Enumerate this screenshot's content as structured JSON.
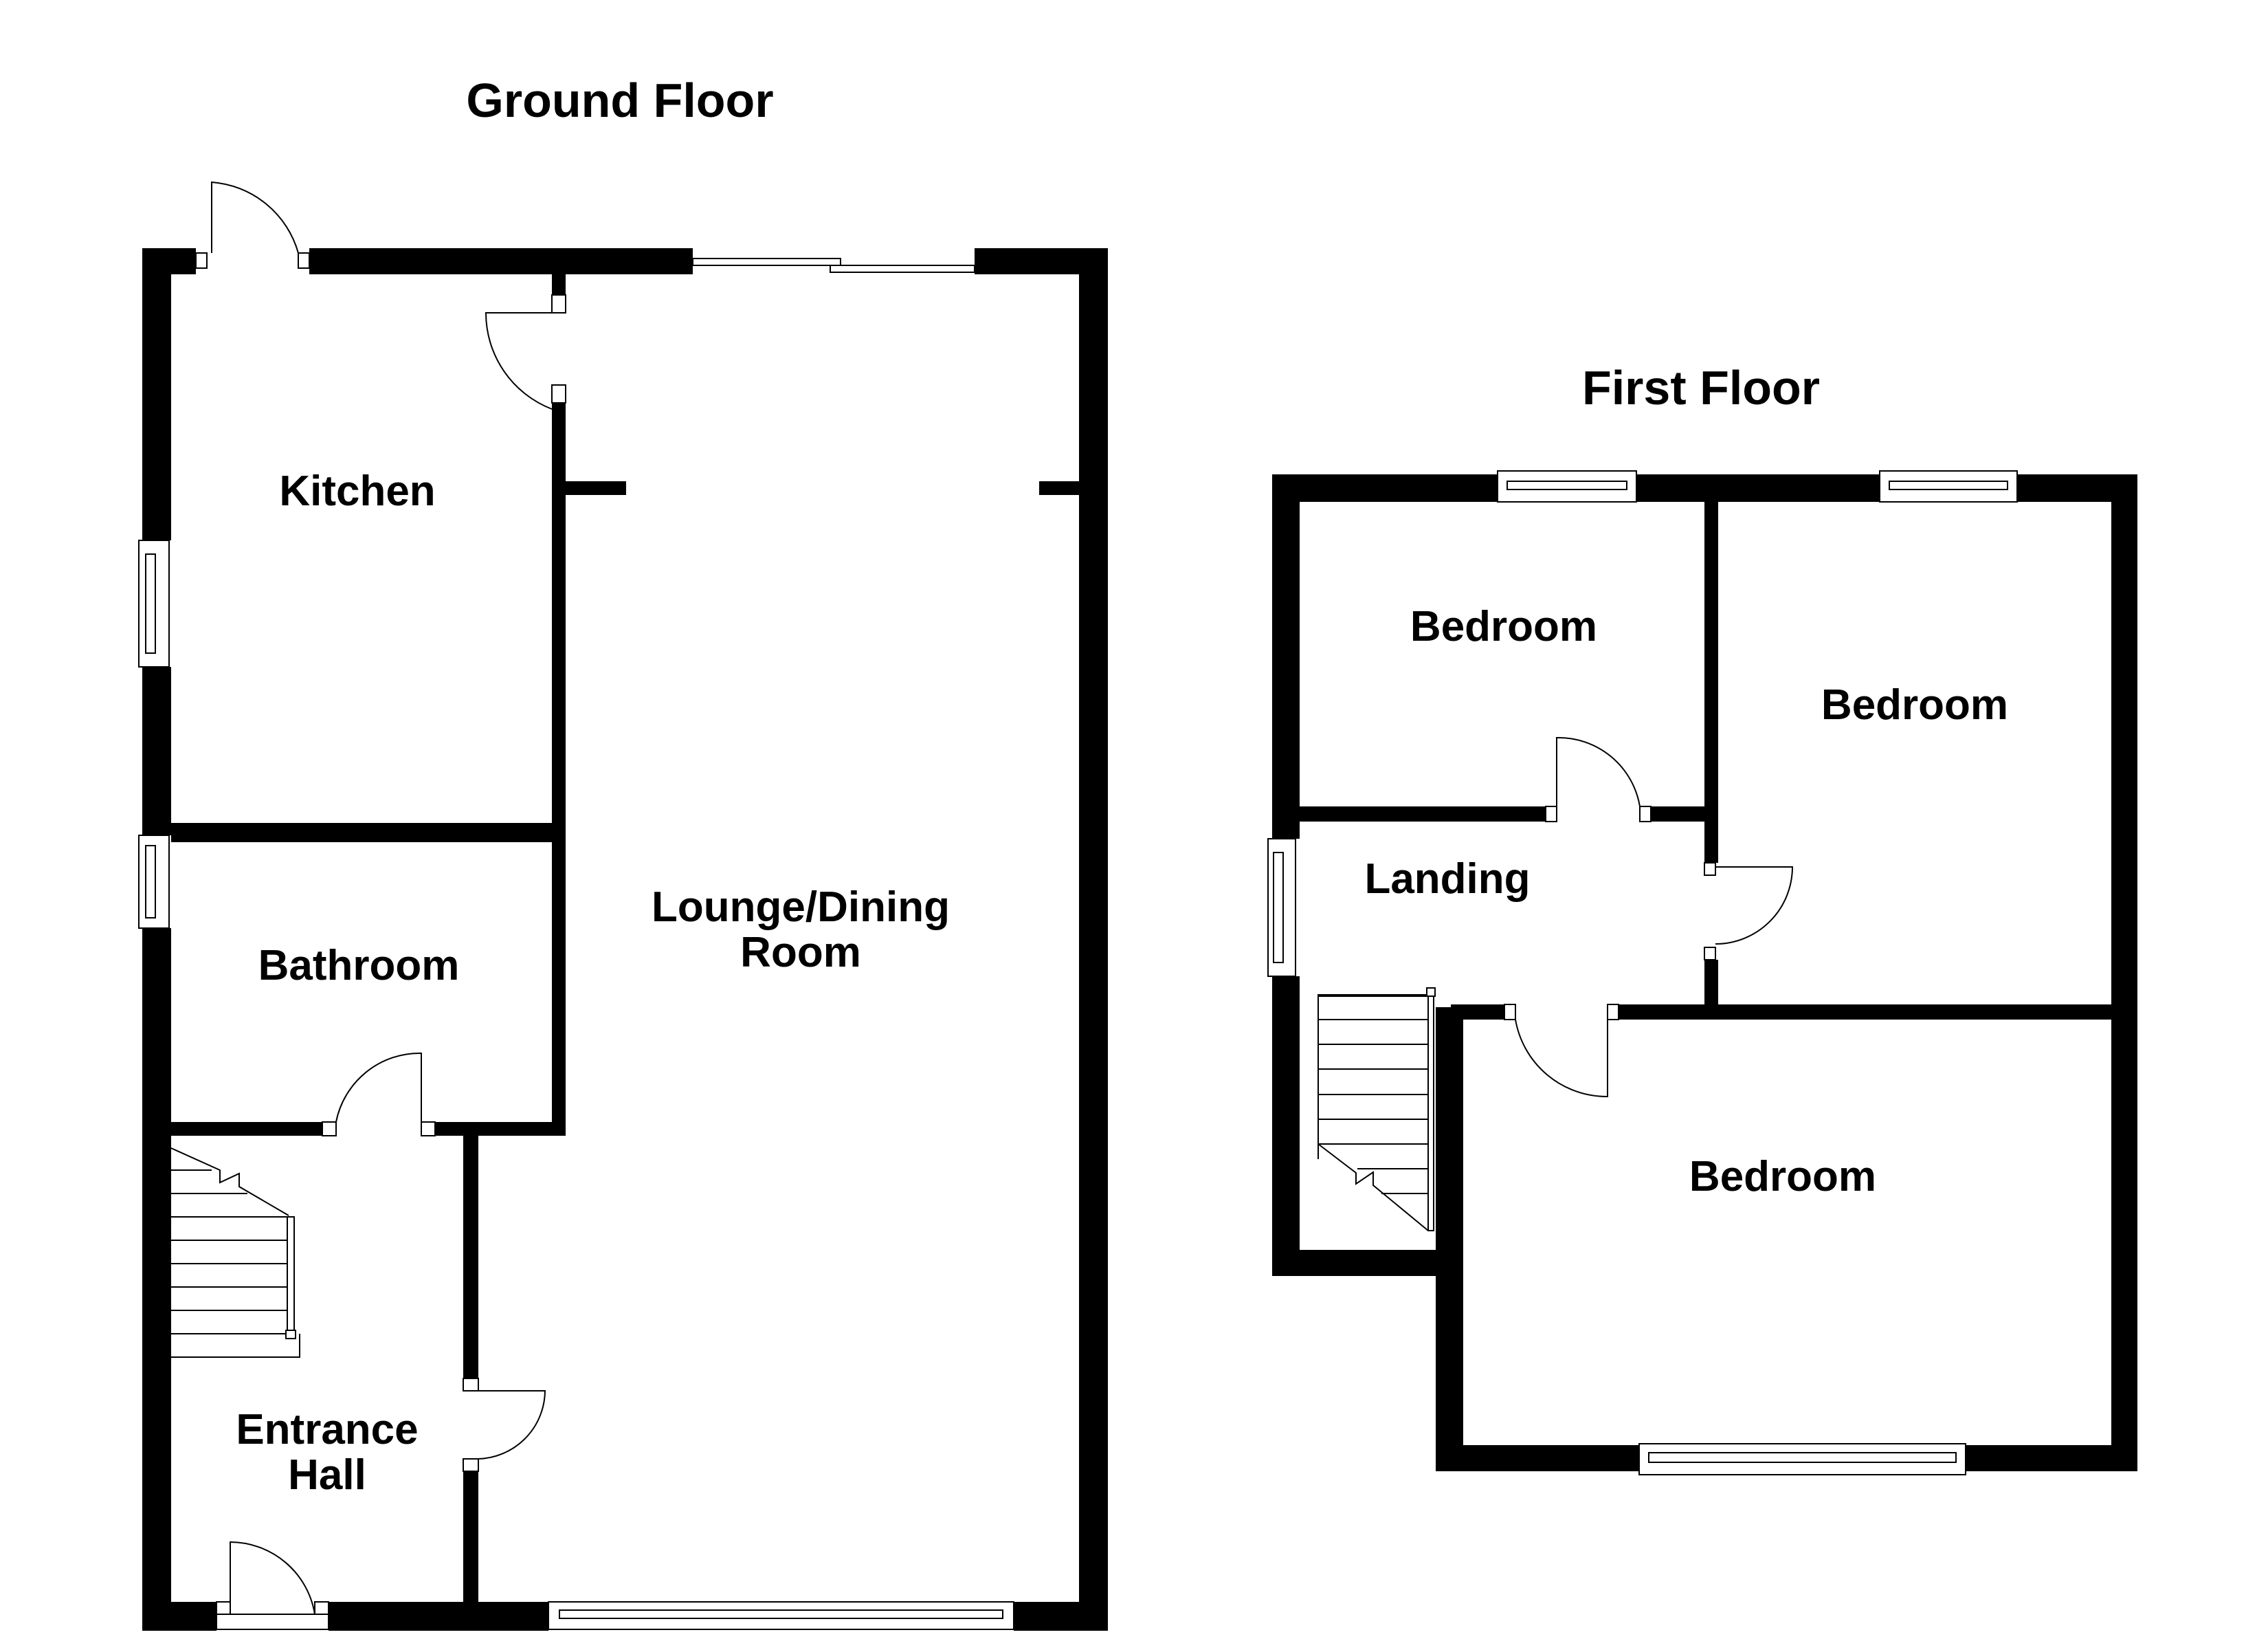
{
  "ground_floor": {
    "title": "Ground Floor",
    "rooms": {
      "kitchen": "Kitchen",
      "bathroom": "Bathroom",
      "lounge_line1": "Lounge/Dining",
      "lounge_line2": "Room",
      "entrance_line1": "Entrance",
      "entrance_line2": "Hall"
    }
  },
  "first_floor": {
    "title": "First Floor",
    "rooms": {
      "bedroom_rear_left": "Bedroom",
      "bedroom_rear_right": "Bedroom",
      "landing": "Landing",
      "bedroom_front": "Bedroom"
    }
  },
  "colors": {
    "wall": "#000000",
    "background": "#ffffff"
  }
}
